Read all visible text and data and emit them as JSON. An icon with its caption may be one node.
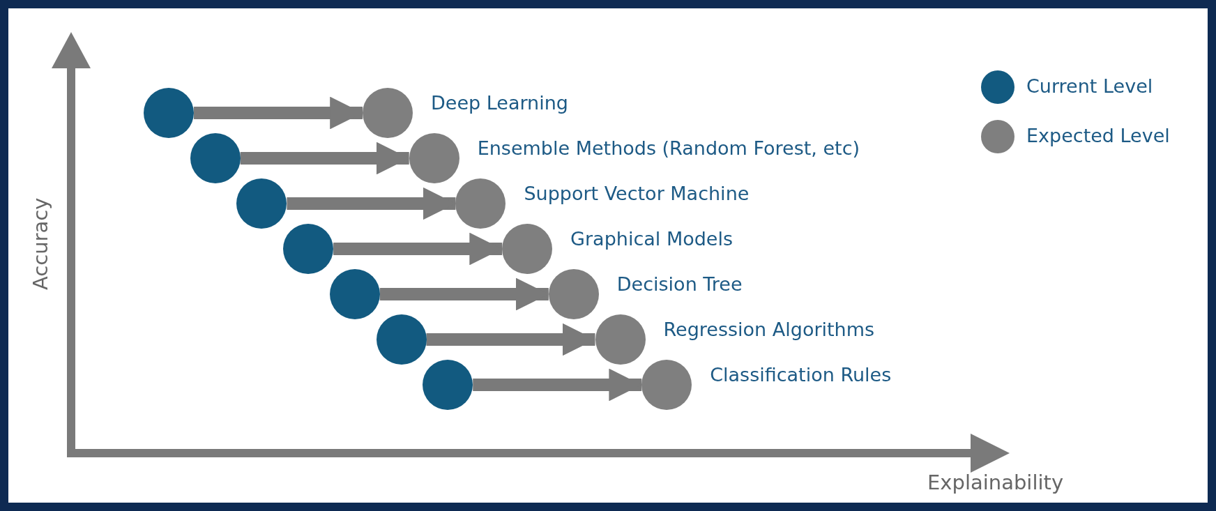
{
  "diagram": {
    "nodes": [
      {
        "text": [],
        "shape": "circle"
      },
      {
        "text": [],
        "shape": "circle",
        "beside": [
          "Deep Learning"
        ]
      },
      {
        "text": [],
        "shape": "circle"
      },
      {
        "text": [],
        "shape": "circle",
        "beside": [
          "Ensemble Methods (Random Forest, etc)"
        ]
      },
      {
        "text": [],
        "shape": "circle"
      },
      {
        "text": [],
        "shape": "circle",
        "beside": [
          "Support Vector Machine"
        ]
      },
      {
        "text": [],
        "shape": "circle"
      },
      {
        "text": [],
        "shape": "circle",
        "beside": [
          "Graphical Models"
        ]
      },
      {
        "text": [],
        "shape": "circle"
      },
      {
        "text": [],
        "shape": "circle",
        "beside": [
          "Decision Tree"
        ]
      },
      {
        "text": [],
        "shape": "circle"
      },
      {
        "text": [],
        "shape": "circle",
        "beside": [
          "Regression Algorithms"
        ]
      },
      {
        "text": [],
        "shape": "circle"
      },
      {
        "text": [],
        "shape": "circle",
        "beside": [
          "Classification Rules"
        ]
      }
    ],
    "edges": [
      {
        "from": 0,
        "to": 1,
        "arrow": "to"
      },
      {
        "from": 2,
        "to": 3,
        "arrow": "to"
      },
      {
        "from": 4,
        "to": 5,
        "arrow": "to"
      },
      {
        "from": 6,
        "to": 7,
        "arrow": "to"
      },
      {
        "from": 8,
        "to": 9,
        "arrow": "to"
      },
      {
        "from": 10,
        "to": 11,
        "arrow": "to"
      },
      {
        "from": 12,
        "to": 13,
        "arrow": "to"
      }
    ],
    "labels": [
      "Accuracy",
      "Explainability"
    ],
    "legend": [
      {
        "text": "Current Level",
        "color": "#125a80"
      },
      {
        "text": "Expected Level",
        "color": "#7f7f7f"
      }
    ]
  }
}
